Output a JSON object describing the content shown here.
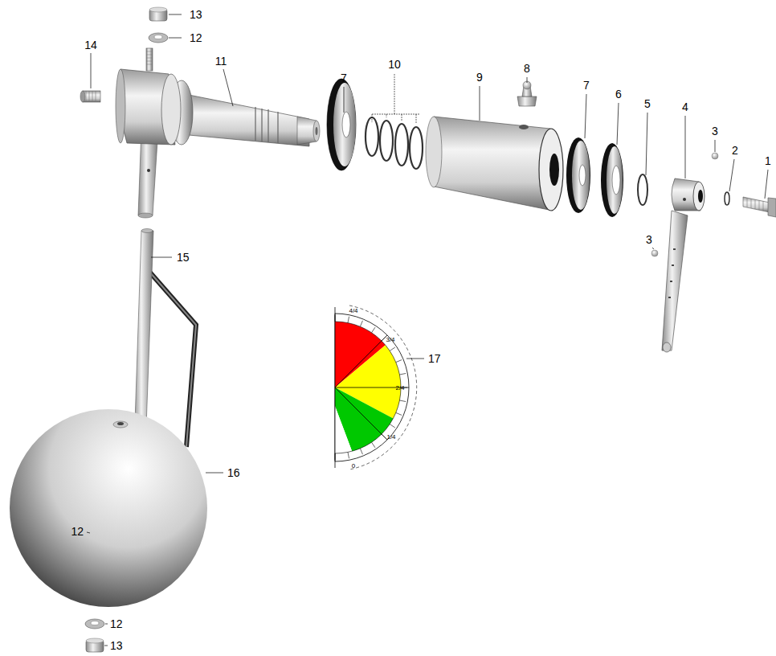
{
  "diagram": {
    "labels": [
      "13",
      "12",
      "14",
      "11",
      "7",
      "8",
      "10",
      "9",
      "7",
      "6",
      "5",
      "4",
      "3",
      "2",
      "1",
      "3",
      "15",
      "4/4",
      "3/4",
      "17",
      "2/4",
      "1/4",
      "0",
      "12",
      "16",
      "12",
      "13"
    ]
  }
}
